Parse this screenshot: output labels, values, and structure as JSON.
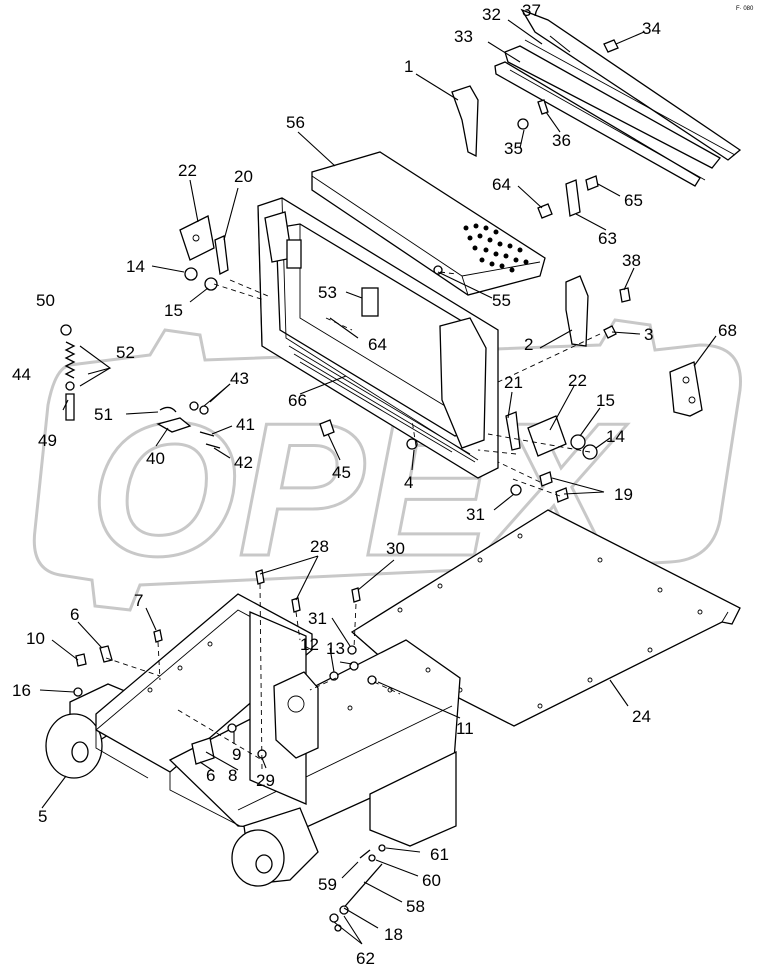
{
  "watermark": {
    "text": "OPEX",
    "color": "#c8c8c8"
  },
  "corner_code": "F· 080",
  "callouts": {
    "c1": "1",
    "c2": "2",
    "c3": "3",
    "c4": "4",
    "c5": "5",
    "c6a": "6",
    "c6b": "6",
    "c7": "7",
    "c8": "8",
    "c9": "9",
    "c10": "10",
    "c11": "11",
    "c12": "12",
    "c13": "13",
    "c14a": "14",
    "c14b": "14",
    "c15a": "15",
    "c15b": "15",
    "c16": "16",
    "c18": "18",
    "c19": "19",
    "c20": "20",
    "c21": "21",
    "c22a": "22",
    "c22b": "22",
    "c24": "24",
    "c28": "28",
    "c29": "29",
    "c30": "30",
    "c31a": "31",
    "c31b": "31",
    "c32": "32",
    "c33": "33",
    "c34": "34",
    "c35": "35",
    "c36": "36",
    "c37": "37",
    "c38": "38",
    "c40": "40",
    "c41": "41",
    "c42": "42",
    "c43": "43",
    "c44": "44",
    "c45": "45",
    "c49": "49",
    "c50": "50",
    "c51": "51",
    "c52": "52",
    "c53": "53",
    "c55": "55",
    "c56": "56",
    "c58": "58",
    "c59": "59",
    "c60": "60",
    "c61": "61",
    "c62": "62",
    "c63": "63",
    "c64a": "64",
    "c64b": "64",
    "c65": "65",
    "c66": "66",
    "c68": "68"
  }
}
